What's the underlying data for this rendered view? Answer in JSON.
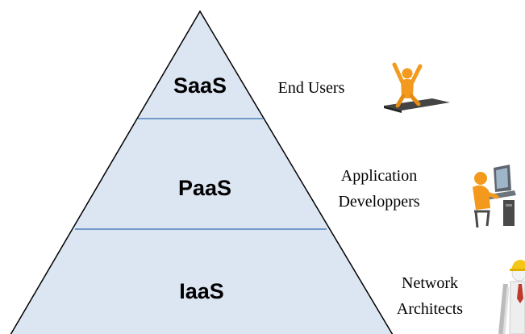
{
  "colors": {
    "pyramid_fill": "#dce6f2",
    "pyramid_outline": "#000000",
    "layer_divider": "#4f81bd",
    "figure_orange": "#f39a1e",
    "figure_dark": "#3a3a3a",
    "helmet_yellow": "#f5c518"
  },
  "layers": [
    {
      "label": "SaaS",
      "audience_lines": [
        "End Users"
      ],
      "icon": "end-user-figure-icon"
    },
    {
      "label": "PaaS",
      "audience_lines": [
        "Application",
        "Developpers"
      ],
      "icon": "developer-at-computer-icon"
    },
    {
      "label": "IaaS",
      "audience_lines": [
        "Network",
        "Architects"
      ],
      "icon": "architect-with-hardhat-icon"
    }
  ]
}
